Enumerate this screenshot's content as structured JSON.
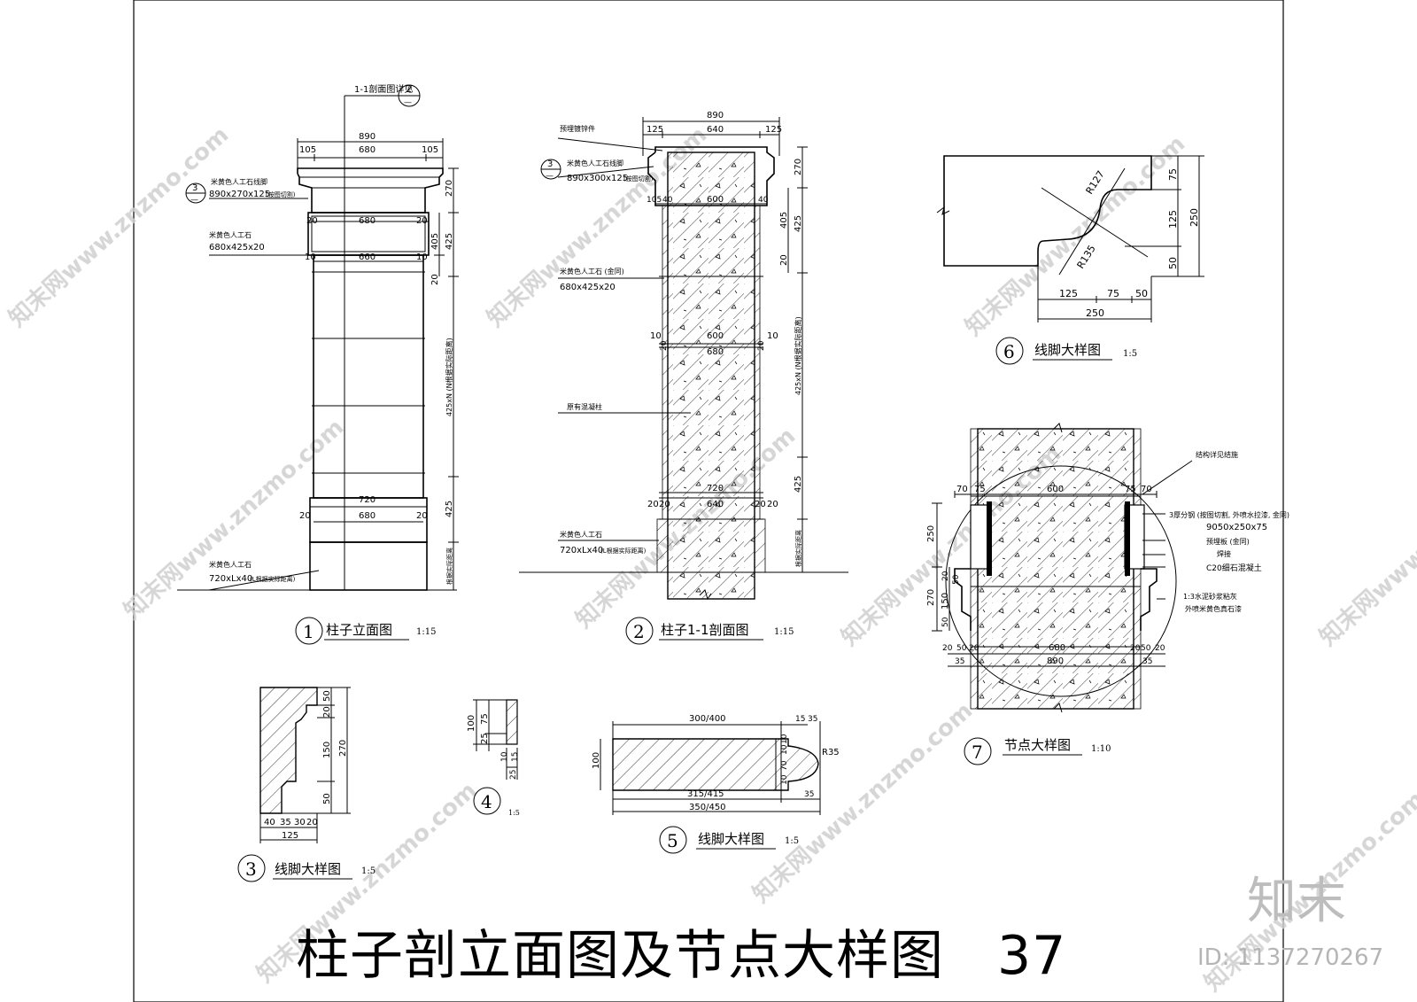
{
  "title": {
    "text": "柱子剖立面图及节点大样图",
    "number": "37"
  },
  "brand": {
    "logo": "知末",
    "id": "ID: 1137270267"
  },
  "watermark": "知末网www.znzmo.com",
  "views": {
    "v1": {
      "num": "1",
      "title": "柱子立面图",
      "scale": "1:15"
    },
    "v2": {
      "num": "2",
      "title": "柱子1-1剖面图",
      "scale": "1:15"
    },
    "v3": {
      "num": "3",
      "title": "线脚大样图",
      "scale": "1:5"
    },
    "v4": {
      "num": "4",
      "scale": "1:5"
    },
    "v5": {
      "num": "5",
      "title": "线脚大样图",
      "scale": "1:5"
    },
    "v6": {
      "num": "6",
      "title": "线脚大样图",
      "scale": "1:5"
    },
    "v7": {
      "num": "7",
      "title": "节点大样图",
      "scale": "1:10"
    }
  },
  "v1": {
    "section_ref": "1-1剖面图详见",
    "ref_top": "2",
    "ref_bot": "—",
    "callout3_num": "3",
    "callout3_bot": "—",
    "l1a": "米黄色人工石线脚",
    "l1b": "890x270x125",
    "l1c": "(按图切割)",
    "l2a": "米黄色人工石",
    "l2b": "680x425x20",
    "l3a": "米黄色人工石",
    "l3b": "720xLx40",
    "l3c": "(L根据实际距离)",
    "d890": "890",
    "d105a": "105",
    "d680": "680",
    "d105b": "105",
    "d20a": "20",
    "d680b": "680",
    "d20b": "20",
    "d10a": "10",
    "d660": "660",
    "d10b": "10",
    "d720": "720",
    "d20c": "20",
    "d680c": "680",
    "d20d": "20",
    "r270": "270",
    "r425": "425",
    "r405": "405",
    "r20": "20",
    "r425n": "425xN (N根据实际距离)",
    "r425b": "425",
    "r_bot": "根据实际距离"
  },
  "v2": {
    "d890": "890",
    "d125a": "125",
    "d640": "640",
    "d125b": "125",
    "d105": "105",
    "d40": "40",
    "d600": "600",
    "d40b": "40",
    "d10a": "10",
    "d20a": "20",
    "d600b": "600",
    "d20b": "20",
    "d10b": "10",
    "d680": "680",
    "d720": "720",
    "d20c": "20",
    "d20d": "20",
    "d640b": "640",
    "d20e": "20",
    "d20f": "20",
    "la": "预埋镀锌件",
    "c3_num": "3",
    "c3_bot": "—",
    "lb1": "米黄色人工石线脚",
    "lb2": "890x300x125",
    "lb3": "(按图切割)",
    "lc1": "米黄色人工石 (金同)",
    "lc2": "680x425x20",
    "ld": "原有混凝柱",
    "le1": "米黄色人工石",
    "le2": "720xLx40",
    "le3": "(L根据实际距离)",
    "r270": "270",
    "r425": "425",
    "r405": "405",
    "r20": "20",
    "r425n": "425xN (N根据实际距离)",
    "r425b": "425",
    "r_bot": "根据实际距离"
  },
  "v3": {
    "w40": "40",
    "w35": "35",
    "w30": "30",
    "w20": "20",
    "w125": "125",
    "h50": "50",
    "h20": "20",
    "h150": "150",
    "h50b": "50",
    "h270": "270"
  },
  "v4": {
    "h100": "100",
    "h75": "75",
    "h25": "25",
    "w10": "10",
    "w15": "15",
    "h25b": "25"
  },
  "v5": {
    "top": "300/400",
    "t15": "15",
    "t35": "35",
    "h100": "100",
    "r35": "R35",
    "bot1": "315/415",
    "b35": "35",
    "bot2": "350/450",
    "s10a": "10",
    "s10b": "10",
    "s70": "70",
    "s10c": "10"
  },
  "v6": {
    "r127": "R127",
    "r135": "R135",
    "h75": "75",
    "h125": "125",
    "h50": "50",
    "h250": "250",
    "w125": "125",
    "w75": "75",
    "w50": "50",
    "w250": "250"
  },
  "v7": {
    "l1": "结构详见结施",
    "l2": "3厚分钢 (按图切割, 外喷水拉漆, 金同)",
    "l3": "9050x250x75",
    "l4": "预埋板 (金同)",
    "l5": "焊接",
    "l6": "C20细石混凝土",
    "l7": "1:3水泥砂浆粘灰",
    "l8": "外喷米黄色真石漆",
    "d70a": "70",
    "d75a": "75",
    "d600": "600",
    "d75b": "75",
    "d70b": "70",
    "h250": "250",
    "h20": "20",
    "h50": "50",
    "h270": "270",
    "h150": "150",
    "h50b": "50",
    "b20a": "20",
    "b50a": "50",
    "b20b": "20",
    "b680": "680",
    "b20c": "20",
    "b50b": "50",
    "b20d": "20",
    "b35a": "35",
    "b890": "890",
    "b35b": "35"
  }
}
